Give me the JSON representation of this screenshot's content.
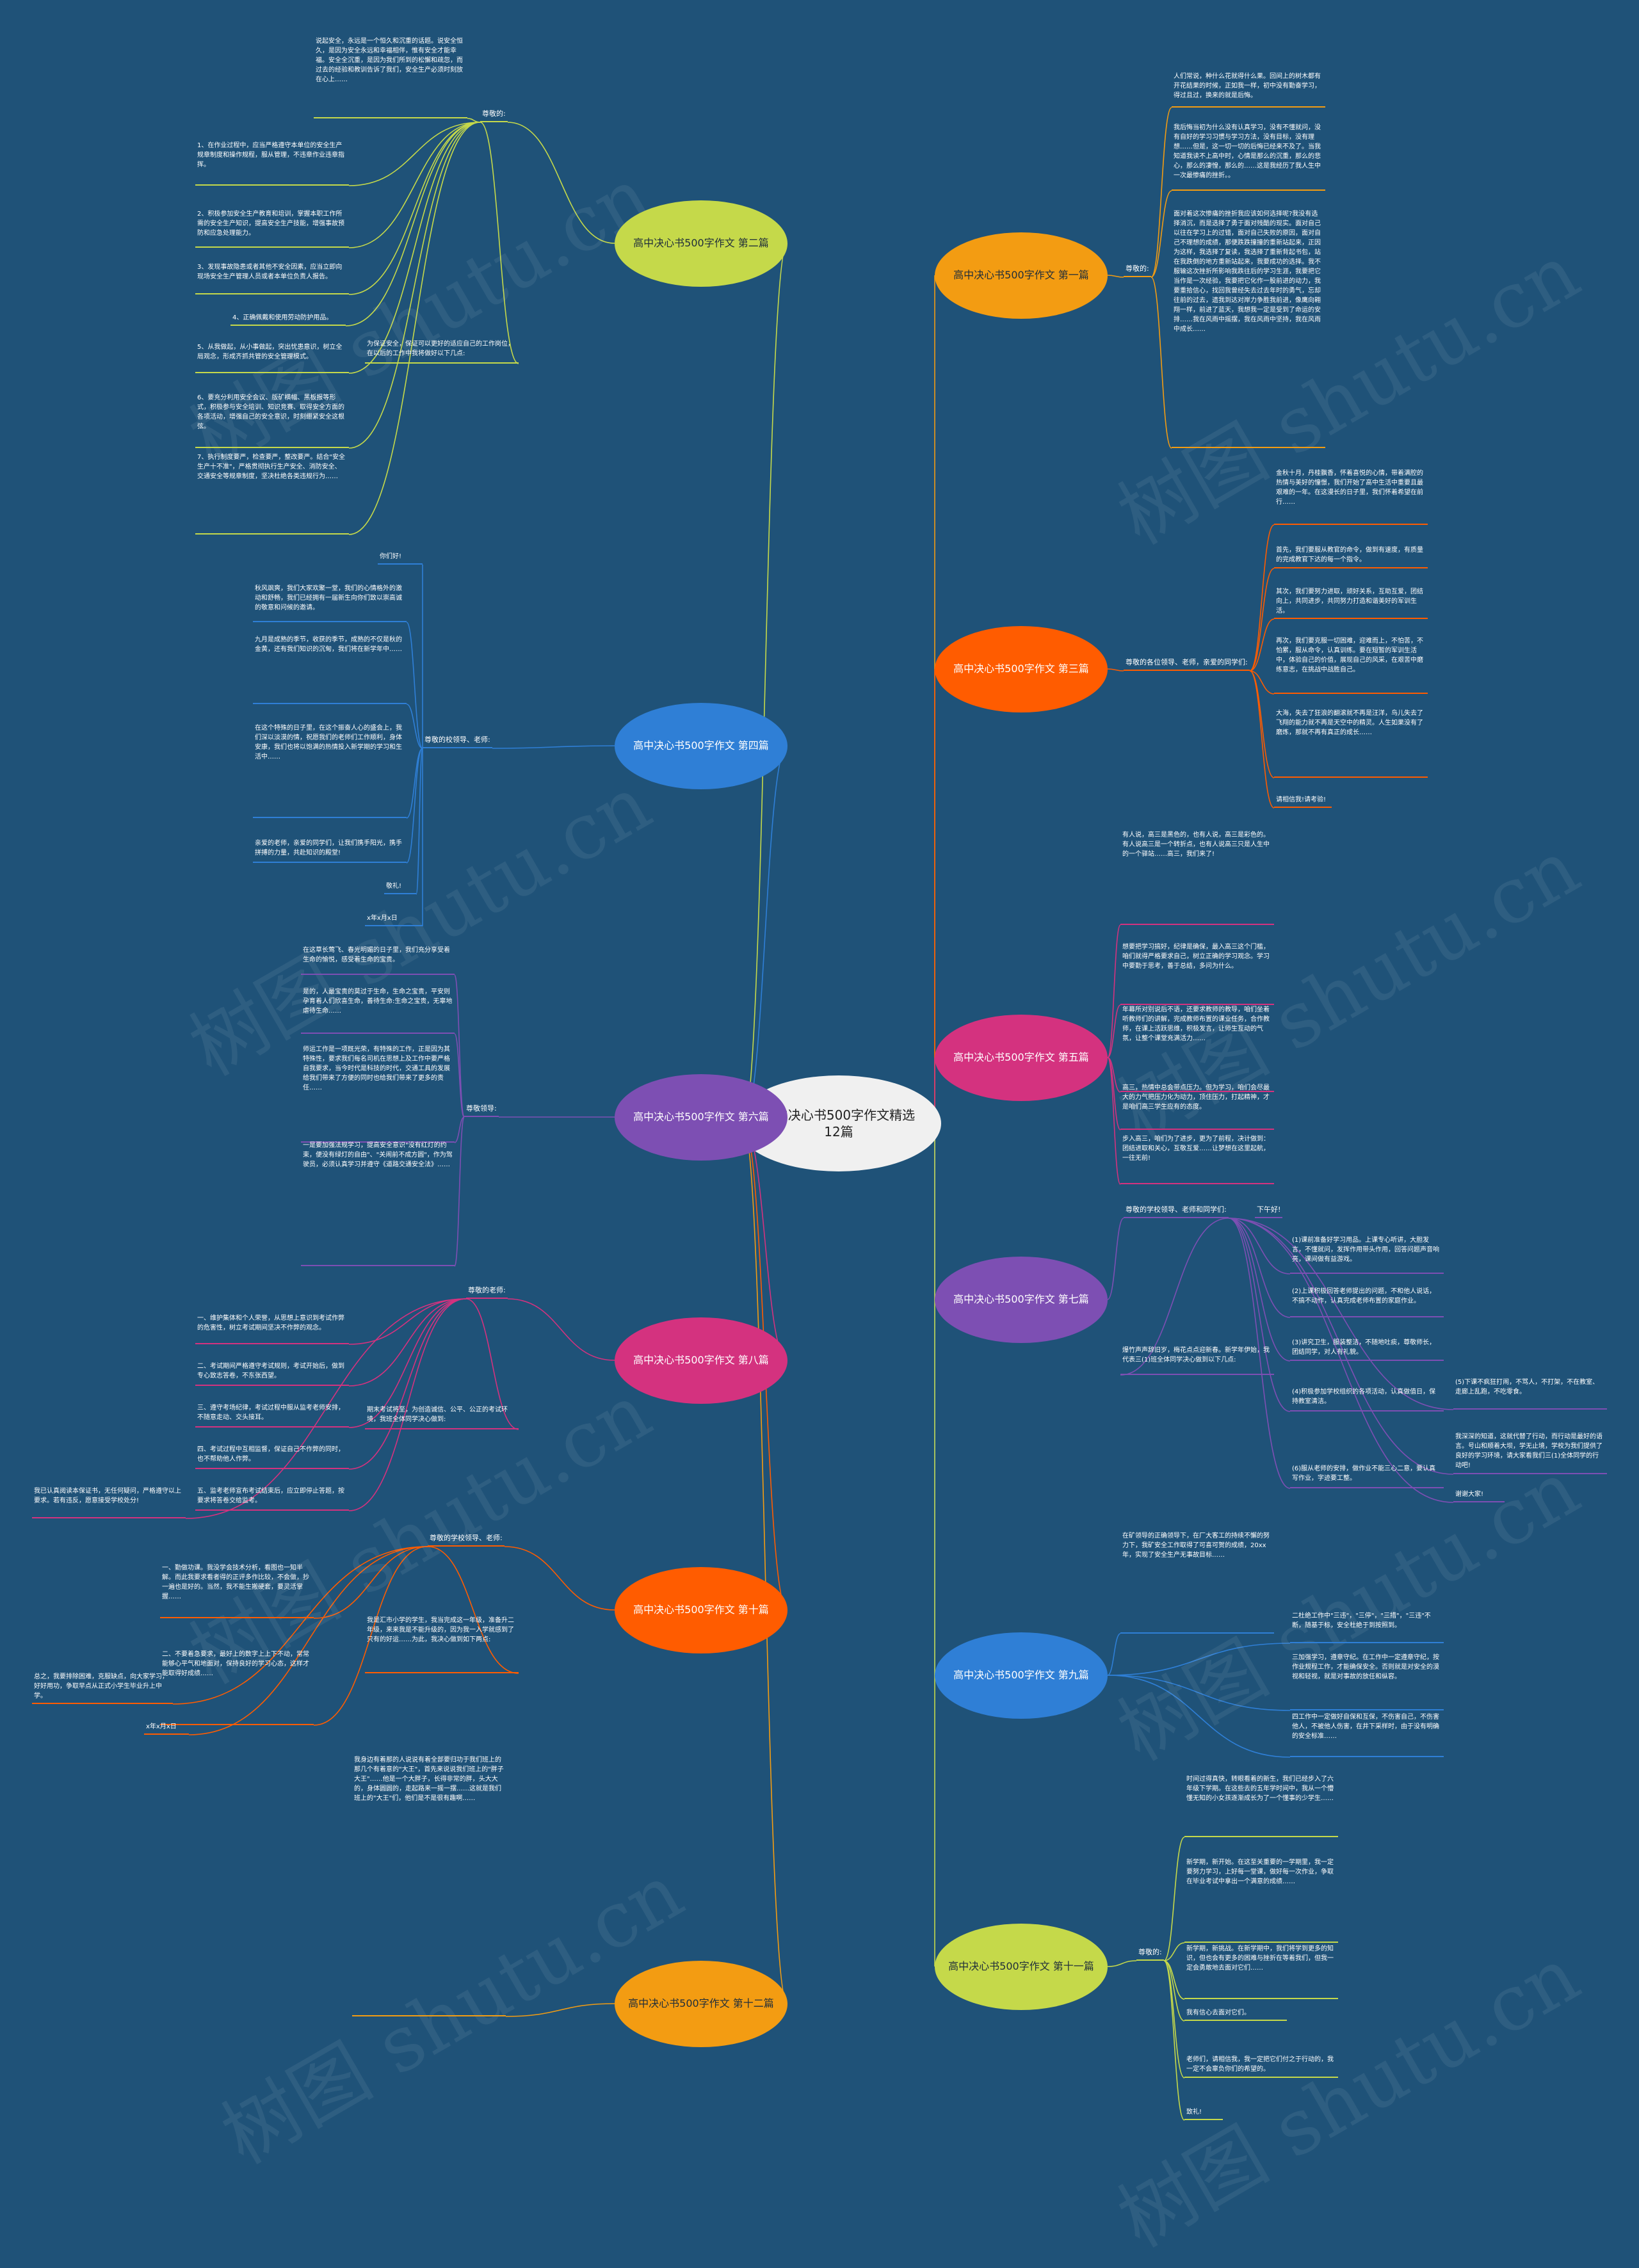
{
  "center": {
    "text": "高中决心书500字作文精选12篇",
    "color": "#f0f0f0"
  },
  "watermarks": [
    "树图 shutu.cn",
    "树图 shutu.cn",
    "树图 shutu.cn",
    "树图 shutu.cn",
    "树图 shutu.cn",
    "树图 shutu.cn",
    "树图 shutu.cn",
    "树图 shutu.cn"
  ],
  "branches": [
    {
      "id": "b1",
      "title": "高中决心书500字作文 第一篇",
      "color": "#f39c12",
      "text_color": "#1f2d3a",
      "side": "right",
      "labels": [
        {
          "id": "b1-l1",
          "text": "尊敬的:"
        }
      ],
      "texts": [
        {
          "id": "b1-t1",
          "text": "人们常说，种什么花就得什么果。回间上的树木都有开花结果的时候，正如我一样，初中没有勤奋学习，得过且过，换来的就是后悔。"
        },
        {
          "id": "b1-t2",
          "text": "我后悔当初为什么没有认真学习，没有不懂就问，没有自好的学习习惯与学习方法，没有目标，没有理想……但是，这一切一切的后悔已经来不及了。当我知道我读不上高中时，心情是那么的沉重，那么的悲心，那么的凄惶，那么的……这是我经历了我人生中一次最惨痛的挫折。。"
        },
        {
          "id": "b1-t3",
          "text": "面对着这次惨痛的挫折我应该如何选择呢?我没有选择消沉，而是选择了勇于面对残酷的现实。面对自己以往在学习上的过错，面对自己失败的原因，面对自己不理想的成绩，那便跌跌撞撞的重新站起来，正因为这样，我选择了复读，我选择了重新背起书包，站在我跌倒的地方重新站起来，我要成功的选择。我不服输这次挫折所影响我跌往后的学习生涯，我要把它当作是一次经验，我要把它化作一股前进的动力，我要重拾信心，找回我曾经失去过去年时的勇气，忘却往前的过去，遗我到达对岸力争胜我前进，像鹰向翱翔一样，前进了蓝天，我想我一定是受到了命运的安排……我在风雨中摇摆，我在风雨中坚持，我在风雨中成长……"
        }
      ]
    },
    {
      "id": "b3",
      "title": "高中决心书500字作文 第三篇",
      "color": "#ff5c00",
      "text_color": "#ffffff",
      "side": "right",
      "labels": [
        {
          "id": "b3-l1",
          "text": "尊敬的各位领导、老师，亲爱的同学们:"
        }
      ],
      "texts": [
        {
          "id": "b3-t1",
          "text": "金秋十月，丹桂飘香，怀着喜悦的心情，带着满腔的热情与美好的憧憬，我们开始了高中生活中重要且最艰难的一年。在这漫长的日子里，我们怀着希望在前行……"
        },
        {
          "id": "b3-t2",
          "text": "首先，我们要服从教官的命令，做到有速度，有质量的完成教官下达的每一个指令。"
        },
        {
          "id": "b3-t3",
          "text": "其次，我们要努力进取，顽好关系，互助互爱，团结向上，共同进步，共同努力打造和谐美好的军训生活。"
        },
        {
          "id": "b3-t4",
          "text": "再次，我们要克服一切困难，迎难而上，不怕苦，不怕累，服从命令，认真训练。要在短暂的军训生活中，体验自己的价值，展现自己的风采，在艰苦中磨练意志，在挑战中战胜自己。"
        },
        {
          "id": "b3-t5",
          "text": "大海，失去了狂浪的翻滚就不再是汪洋，鸟儿失去了飞翔的能力就不再是天空中的精灵。人生如果没有了磨炼，那就不再有真正的成长……"
        },
        {
          "id": "b3-t6",
          "text": "请相信我!请考验!"
        }
      ]
    },
    {
      "id": "b5",
      "title": "高中决心书500字作文 第五篇",
      "color": "#d4327f",
      "text_color": "#ffffff",
      "side": "right",
      "labels": [],
      "texts": [
        {
          "id": "b5-t1",
          "text": "有人说，高三是黑色的，也有人说，高三是彩色的。有人说高三是一个转折点，也有人说高三只是人生中的一个驿站……高三，我们来了!"
        },
        {
          "id": "b5-t2",
          "text": "想要把学习搞好，纪律是确保，最入高三这个门槛，咱们就得严格要求自己，树立正确的学习观念。学习中要勤于思考，善于总结，多问为什么。"
        },
        {
          "id": "b5-t3",
          "text": "年幕所对别说后不语，还要求教师的教导，咱们坐着听教师们的讲解，完成教师布置的课业任务，合作教师，在课上活跃思维，积极发言，让师生互动的气氛，让整个课堂充满活力……"
        },
        {
          "id": "b5-t4",
          "text": "高三，热情中总会带点压力。但为学习，咱们会尽最大的力气把压力化为动力，顶住压力，打起精神，才是咱们高三学生应有的态度。"
        },
        {
          "id": "b5-t5",
          "text": "步入高三，咱们为了进步，更为了前程，决计做到：团结进取和关心，互敬互爱……让梦想在这里起航，一往无前!"
        }
      ]
    },
    {
      "id": "b7",
      "title": "高中决心书500字作文 第七篇",
      "color": "#7d4fb3",
      "text_color": "#ffffff",
      "side": "right",
      "labels": [
        {
          "id": "b7-l1",
          "text": "尊敬的学校领导、老师和同学们:"
        },
        {
          "id": "b7-l2",
          "text": "下午好!"
        }
      ],
      "texts": [
        {
          "id": "b7-t1",
          "text": "爆竹声声辞旧岁，梅花点点迎新春。新学年伊始，我代表三(1)班全体同学决心做到以下几点:"
        },
        {
          "id": "b7-t2",
          "text": "(1)课前准备好学习用品。上课专心听讲，大胆发言，不懂就问，发挥作用带头作用，回答问题声音响亮，课间做有益游戏。"
        },
        {
          "id": "b7-t3",
          "text": "(2)上课积极回答老师提出的问题，不和他人说话，不搞不动作，认真完成老师布置的家庭作业。"
        },
        {
          "id": "b7-t4",
          "text": "(3)讲究卫生，服装整洁，不随地吐痰，尊敬师长，团结同学，对人有礼貌。"
        },
        {
          "id": "b7-t5",
          "text": "(4)积极参加学校组织的各项活动，认真做值日，保持教室清洁。"
        },
        {
          "id": "b7-t6",
          "text": "(5)下课不疯狂打闹，不骂人，不打架，不在教室、走廊上乱跑，不吃零食。"
        },
        {
          "id": "b7-t7",
          "text": "(6)服从老师的安排，做作业不能三心二意，要认真写作业，字迹要工整。"
        },
        {
          "id": "b7-t8",
          "text": "我深深的知道，这就代替了行动，而行动是最好的语言。号山和顺着大坝，学无止境，学校为我们提供了良好的学习环境，请大家看我们三(1)全体同学的行动吧!"
        },
        {
          "id": "b7-t9",
          "text": "谢谢大家!"
        }
      ]
    },
    {
      "id": "b9",
      "title": "高中决心书500字作文 第九篇",
      "color": "#2f7fd6",
      "text_color": "#ffffff",
      "side": "right",
      "labels": [],
      "texts": [
        {
          "id": "b9-t1",
          "text": "在矿领导的正确领导下，在厂大客工的持续不懈的努力下，我矿安全工作取得了可喜可贺的成绩，20xx年，实现了安全生产无事故目标……"
        },
        {
          "id": "b9-t2",
          "text": "二杜绝工作中\"三违\"，\"三停\"，\"三措\"，\"三违\"不断，随基于标，安全杜绝于到按照到。"
        },
        {
          "id": "b9-t3",
          "text": "三加强学习，遵章守纪。在工作中一定遵章守纪，按作业规程工作，才能确保安全。否则就是对安全的漠视和轻视，就是对事故的放任和纵容。"
        },
        {
          "id": "b9-t4",
          "text": "四工作中一定做好自保和互保，不伤害自己，不伤害他人，不被他人伤害，在井下采样时，由于没有明确的安全标准……"
        }
      ]
    },
    {
      "id": "b11",
      "title": "高中决心书500字作文 第十一篇",
      "color": "#c5d94a",
      "text_color": "#1f2d3a",
      "side": "right",
      "labels": [
        {
          "id": "b11-l1",
          "text": "尊敬的:"
        }
      ],
      "texts": [
        {
          "id": "b11-t1",
          "text": "时间过得真快，转眼看着的新生，我们已经步入了六年级下学期。在这些去的五年学时间中，我从一个懵懂无知的小女孩逐渐成长为了一个懂事的少学生……"
        },
        {
          "id": "b11-t2",
          "text": "新学期，新开始。在这至关重要的一学期里，我一定要努力学习，上好每一堂课，做好每一次作业，争取在毕业考试中拿出一个满意的成绩……"
        },
        {
          "id": "b11-t3",
          "text": "新学期，新挑战。在新学期中，我们将学到更多的知识，但也会有更多的困难与挫折在等着我们，但我一定会勇敢地去面对它们……"
        },
        {
          "id": "b11-t4",
          "text": "我有信心去面对它们。"
        },
        {
          "id": "b11-t5",
          "text": "老师们，请相信我，我一定把它们付之于行动的，我一定不会辜负你们的希望的。"
        },
        {
          "id": "b11-t6",
          "text": "致礼!"
        }
      ]
    },
    {
      "id": "b2",
      "title": "高中决心书500字作文 第二篇",
      "color": "#c5d94a",
      "text_color": "#1f2d3a",
      "side": "left",
      "labels": [
        {
          "id": "b2-l1",
          "text": "尊敬的:"
        }
      ],
      "texts": [
        {
          "id": "b2-t1",
          "text": "说起安全，永远是一个恒久和沉重的话题。说安全恒久，是因为安全永远和幸福相伴，惟有安全才能幸福。安全全沉重，是因为我们所到的松懈和疏忽，而过去的经验和教训告诉了我们，安全生产必须时刻放在心上……"
        },
        {
          "id": "b2-t2",
          "text": "1、在作业过程中，应当严格遵守本单位的安全生产规章制度和操作规程，服从管理，不违章作业违章指挥。"
        },
        {
          "id": "b2-t3",
          "text": "2、积极参加安全生产教育和培训，掌握本职工作所需的安全生产知识，提高安全生产技能，增强事故预防和应急处理能力。"
        },
        {
          "id": "b2-t4",
          "text": "3、发现事故隐患或者其他不安全因素，应当立即向现场安全生产管理人员或者本单位负责人报告。"
        },
        {
          "id": "b2-t5",
          "text": "4、正确佩戴和使用劳动防护用品。"
        },
        {
          "id": "b2-t6",
          "text": "5、从我做起，从小事做起，突出忧患意识，树立全局观念，形成齐抓共管的安全管理模式。"
        },
        {
          "id": "b2-t7",
          "text": "6、要充分利用安全会议、版矿横幅、黑板报等形式，积极参与安全培训、知识竞赛、取得安全方面的各项活动，增强自己的安全意识，时刻绷紧安全这根弦。"
        },
        {
          "id": "b2-t8",
          "text": "7、执行制度要严，检查要严，整改要严。结合\"安全生产十不准\"，严格贯彻执行生产安全、消防安全、交通安全等规章制度，坚决杜绝各类违规行为……"
        }
      ],
      "mid_text": {
        "id": "b2-m1",
        "text": "为保证安全，保证可以更好的适应自己的工作岗位，在以后的工作中我将做好以下几点:"
      }
    },
    {
      "id": "b4",
      "title": "高中决心书500字作文 第四篇",
      "color": "#2f7fd6",
      "text_color": "#ffffff",
      "side": "left",
      "labels": [
        {
          "id": "b4-l1",
          "text": "尊敬的校领导、老师:"
        }
      ],
      "texts": [
        {
          "id": "b4-t1",
          "text": "你们好!"
        },
        {
          "id": "b4-t2",
          "text": "秋风飒爽，我们大家欢聚一堂，我们的心情格外的激动和舒畅，我们已经拥有一届新生向你们致以崇高诚的敬意和问候的邀请。"
        },
        {
          "id": "b4-t3",
          "text": "九月是成熟的季节，收获的季节，成熟的不仅是秋的金黄，还有我们知识的沉甸，我们将在新学年中……"
        },
        {
          "id": "b4-t4",
          "text": "在这个特殊的日子里，在这个振奋人心的盛会上，我们深以淡漠的情，祝愿我们的老师们工作顺利，身体安康，我们也将以饱满的热情投入新学期的学习和生活中……"
        },
        {
          "id": "b4-t5",
          "text": "亲爱的老师，亲爱的同学们，让我们携手阳光，携手拼搏的力量，共赴知识的殿堂!"
        },
        {
          "id": "b4-t6",
          "text": "敬礼!"
        },
        {
          "id": "b4-t7",
          "text": "x年x月x日"
        }
      ]
    },
    {
      "id": "b6",
      "title": "高中决心书500字作文 第六篇",
      "color": "#7d4fb3",
      "text_color": "#ffffff",
      "side": "left",
      "labels": [
        {
          "id": "b6-l1",
          "text": "尊敬领导:"
        }
      ],
      "texts": [
        {
          "id": "b6-t1",
          "text": "在这草长莺飞、春光明媚的日子里，我们充分享受着生命的愉悦，感受着生命的宝贵。"
        },
        {
          "id": "b6-t2",
          "text": "是的，人最宝贵的莫过于生命，生命之宝贵，平安则孕育着人们欣喜生命，善待生命:生命之宝贵，无辜地虐待生命……"
        },
        {
          "id": "b6-t3",
          "text": "师运工作是一项既光荣，有特殊的工作，正是因为其特殊性，要求我们每名司机在思想上及工作中要严格自我要求，当今时代是科技的时代，交通工具的发展给我们带来了方便的同时也给我们带来了更多的责任……"
        },
        {
          "id": "b6-t4",
          "text": "一是要加强法规学习，提高安全意识\"没有红灯的约束，便没有绿灯的自由\"、\"关闹前不成方圆\"，作为驾驶员，必须认真学习并遵守《道路交通安全法》……"
        }
      ]
    },
    {
      "id": "b8",
      "title": "高中决心书500字作文 第八篇",
      "color": "#d4327f",
      "text_color": "#ffffff",
      "side": "left",
      "labels": [
        {
          "id": "b8-l1",
          "text": "尊敬的老师:"
        }
      ],
      "texts": [
        {
          "id": "b8-t1",
          "text": "一、维护集体和个人荣誉，从思想上意识到考试作弊的危害性，树立考试期间坚决不作弊的观念。"
        },
        {
          "id": "b8-t2",
          "text": "二、考试期间严格遵守考试规则，考试开始后，做到专心致志答卷，不东张西望。"
        },
        {
          "id": "b8-t3",
          "text": "三、遵守考场纪律，考试过程中服从监考老师安排，不随意走动、交头接耳。"
        },
        {
          "id": "b8-t4",
          "text": "四、考试过程中互相监督，保证自己不作弊的同时，也不帮助他人作弊。"
        },
        {
          "id": "b8-t5",
          "text": "五、监考老师宣布考试结束后，应立即停止答题，按要求将答卷交给监考。"
        },
        {
          "id": "b8-t6",
          "text": "我已认真阅读本保证书，无任何疑问，严格遵守以上要求。若有违反，愿意接受学校处分!"
        }
      ],
      "mid_text": {
        "id": "b8-m1",
        "text": "期末考试将至，为创造诚信、公平、公正的考试环境，我班全体同学决心做到:"
      }
    },
    {
      "id": "b10",
      "title": "高中决心书500字作文 第十篇",
      "color": "#ff5c00",
      "text_color": "#ffffff",
      "side": "left",
      "labels": [
        {
          "id": "b10-l1",
          "text": "尊敬的学校领导、老师:"
        }
      ],
      "texts": [
        {
          "id": "b10-t1",
          "text": "一、勤做功课。我没学会技术分析，看图也一知半解。而此我要求看者得的正评多作比较，不会做，抄一遍也是好的。当然，我不能生搬硬套，要灵活掌握……"
        },
        {
          "id": "b10-t2",
          "text": "二、不要着急要求，最好上的数字上上下不动，常常能够心平气和地面对，保持良好的学习心态，这样才能取得好成绩……"
        },
        {
          "id": "b10-t3",
          "text": "总之，我要排除困难，克服缺点，向大家学习，好好用功，争取早点从正式小学生毕业升上中学。"
        },
        {
          "id": "b10-t4",
          "text": "x年x月x日"
        }
      ],
      "mid_text": {
        "id": "b10-m1",
        "text": "我是汇市小学的学生，我当完成这一年级，准备升二年级，来来我是不能升级的，因为我一入学就感到了只有的好运……为此，我决心做到如下两点:"
      }
    },
    {
      "id": "b12",
      "title": "高中决心书500字作文 第十二篇",
      "color": "#f39c12",
      "text_color": "#1f2d3a",
      "side": "left",
      "labels": [],
      "texts": [
        {
          "id": "b12-t1",
          "text": "我身边有着那的人说说有着全部要归功于我们班上的那几个有着意的\"大王\"，首先来说说我们班上的\"胖子大王\"……他是一个大胖子，长得非常的胖，头大大的，身体圆圆的，走起路来一摇一摆……这就是我们班上的\"大王\"们，他们是不是很有趣啊……"
        }
      ]
    }
  ]
}
